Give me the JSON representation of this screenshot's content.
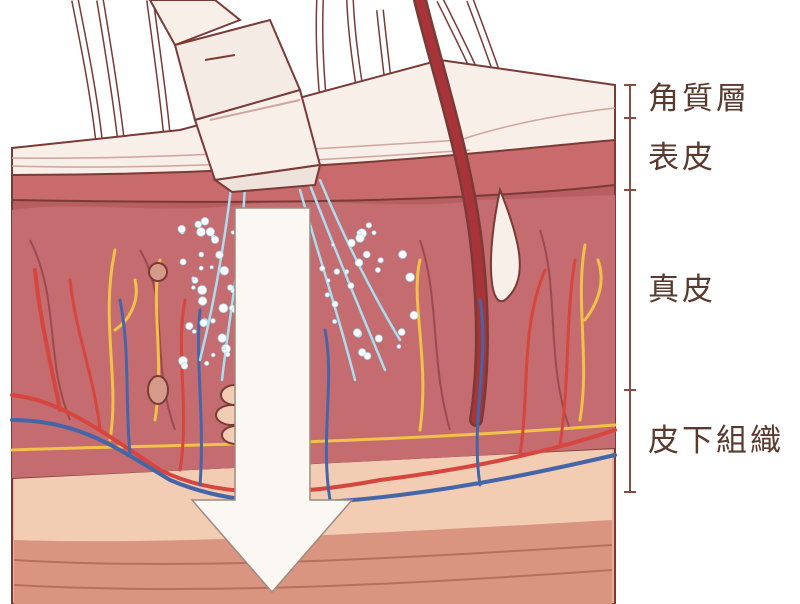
{
  "layers": [
    {
      "label": "角質層"
    },
    {
      "label": "表皮"
    },
    {
      "label": "真皮"
    },
    {
      "label": "皮下組織"
    }
  ],
  "colors": {
    "outline": "#7a3a36",
    "horny_layer": "#f8efe9",
    "epidermis": "#c96a6c",
    "dermis": "#b85e62",
    "dermis_light": "#d3888a",
    "subcutis": "#f2cdb4",
    "subcutis_band": "#e3a98f",
    "artery": "#d6453e",
    "vein": "#4466a8",
    "nerve": "#f0c24a",
    "hair": "#ffffff",
    "mist": "#a9dff0",
    "arrow_fill": "#fbf7f2",
    "label_text": "#5a3a2e",
    "bracket": "#8a4a46"
  },
  "icons": {
    "device": "handpiece-nozzle-icon",
    "arrow": "down-arrow-icon",
    "spray": "mist-droplet-icon"
  }
}
